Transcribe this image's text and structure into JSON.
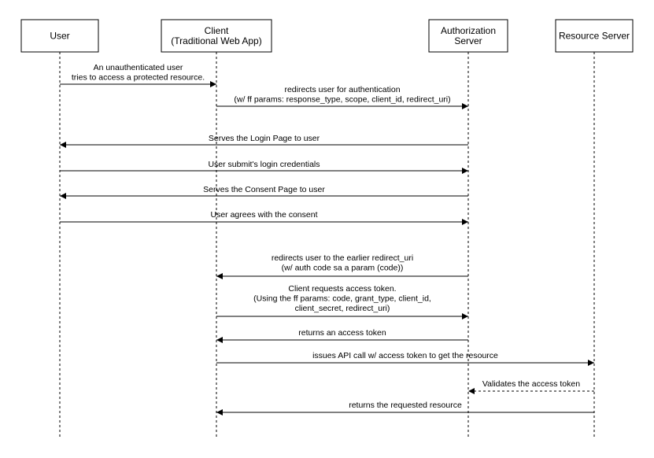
{
  "actors": [
    {
      "id": "user",
      "lines": [
        "User"
      ]
    },
    {
      "id": "client",
      "lines": [
        "Client",
        "(Traditional Web App)"
      ]
    },
    {
      "id": "auth",
      "lines": [
        "Authorization",
        "Server"
      ]
    },
    {
      "id": "resource",
      "lines": [
        "Resource Server"
      ]
    }
  ],
  "messages": [
    {
      "from": "user",
      "to": "client",
      "dashed": false,
      "lines": [
        "An unauthenticated user",
        "tries to access a protected resource."
      ]
    },
    {
      "from": "client",
      "to": "auth",
      "dashed": false,
      "lines": [
        "redirects user for authentication",
        "(w/ ff params: response_type, scope, client_id, redirect_uri)"
      ]
    },
    {
      "from": "auth",
      "to": "user",
      "dashed": false,
      "lines": [
        "Serves the Login Page to user"
      ]
    },
    {
      "from": "user",
      "to": "auth",
      "dashed": false,
      "lines": [
        "User submit's login credentials"
      ]
    },
    {
      "from": "auth",
      "to": "user",
      "dashed": false,
      "lines": [
        "Serves the Consent Page to user"
      ]
    },
    {
      "from": "user",
      "to": "auth",
      "dashed": false,
      "lines": [
        "User agrees with the consent"
      ]
    },
    {
      "from": "auth",
      "to": "client",
      "dashed": false,
      "lines": [
        "redirects user to the earlier redirect_uri",
        "(w/ auth code sa a param (code))"
      ]
    },
    {
      "from": "client",
      "to": "auth",
      "dashed": false,
      "lines": [
        "Client requests access token.",
        "(Using the ff params:  code,  grant_type, client_id,",
        "client_secret, redirect_uri)"
      ]
    },
    {
      "from": "auth",
      "to": "client",
      "dashed": false,
      "lines": [
        "returns an access token"
      ]
    },
    {
      "from": "client",
      "to": "resource",
      "dashed": false,
      "lines": [
        "issues API call w/ access token to get the resource"
      ]
    },
    {
      "from": "resource",
      "to": "auth",
      "dashed": true,
      "lines": [
        "Validates the access token"
      ]
    },
    {
      "from": "resource",
      "to": "client",
      "dashed": false,
      "lines": [
        "returns the requested resource"
      ]
    }
  ]
}
